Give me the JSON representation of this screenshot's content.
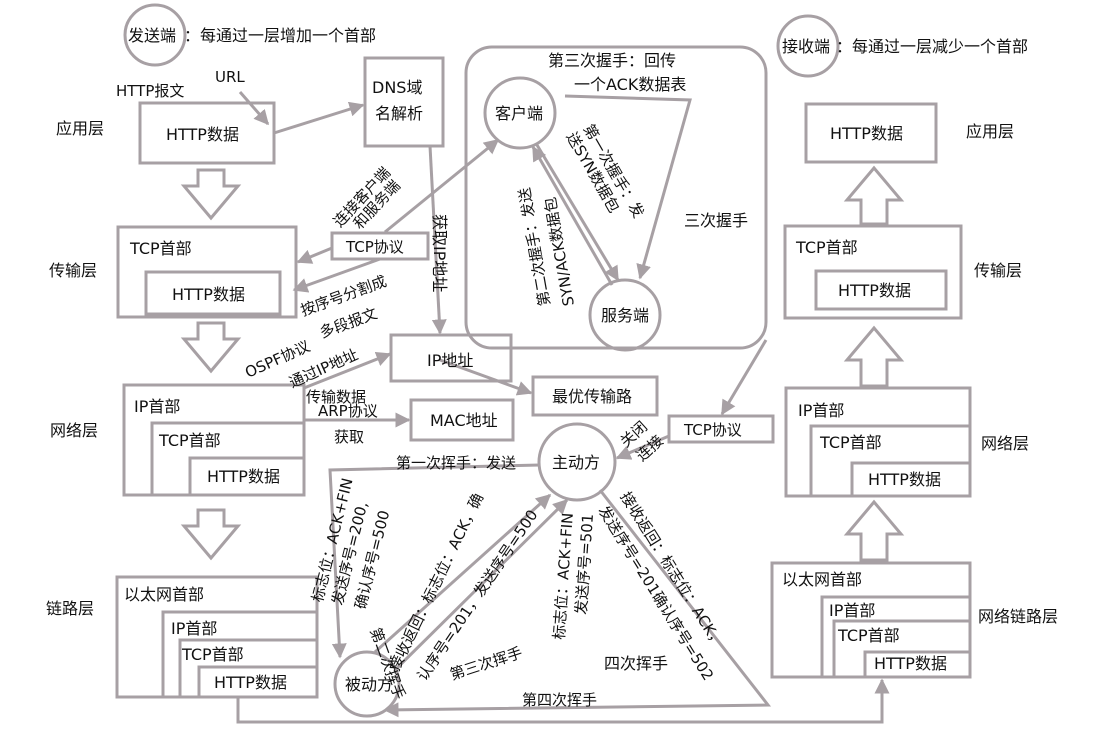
{
  "legend": {
    "sender_circle": "发送端",
    "sender_note": "：每通过一层增加一个首部",
    "receiver_circle": "接收端",
    "receiver_note": "：每通过一层减少一个首部"
  },
  "layers_left": {
    "app": "应用层",
    "transport": "传输层",
    "network": "网络层",
    "link": "链路层"
  },
  "layers_right": {
    "app": "应用层",
    "transport": "传输层",
    "network": "网络层",
    "link": "网络链路层"
  },
  "sender": {
    "http_message": "HTTP报文",
    "url": "URL",
    "http_data": "HTTP数据",
    "tcp_header": "TCP首部",
    "ip_header": "IP首部",
    "eth_header": "以太网首部"
  },
  "receiver": {
    "http_data": "HTTP数据",
    "tcp_header": "TCP首部",
    "ip_header": "IP首部",
    "eth_header": "以太网首部"
  },
  "middle": {
    "dns": [
      "DNS域",
      "名解析"
    ],
    "get_ip": "获取IP地址",
    "tcp_protocol": "TCP协议",
    "connect_label": [
      "连接客户端",
      "和服务端"
    ],
    "split_label": [
      "按序号分割成",
      "多段报文"
    ],
    "ip_address": "IP地址",
    "ospf": "OSPF协议",
    "via_ip": "通过IP地址",
    "transfer": "传输数据",
    "arp": "ARP协议",
    "obtain": "获取",
    "mac_address": "MAC地址",
    "best_route": "最优传输路"
  },
  "handshake": {
    "client": "客户端",
    "server": "服务端",
    "third": [
      "第三次握手：回传",
      "一个ACK数据表"
    ],
    "first": [
      "第一次握手：发",
      "送SYN数据包"
    ],
    "second": [
      "第二次握手：发送",
      "SYN/ACK数据包"
    ],
    "title": "三次握手"
  },
  "wave": {
    "tcp_protocol": "TCP协议",
    "close_label": [
      "关闭",
      "连接"
    ],
    "active": "主动方",
    "passive": "被动方",
    "first": "第一次挥手：发送",
    "first_detail": [
      "标志位：ACK+FIN",
      "发送序号=200,",
      "确认序号=500"
    ],
    "second": [
      "第二次挥手",
      "接收返回：标志位：ACK，确",
      "认序号=201，发送序号=500"
    ],
    "third_label": "第三次挥手",
    "third_detail": [
      "标志位：ACK+FIN",
      "发送序号=501"
    ],
    "fourth_detail": [
      "接收返回：标志位：ACK，",
      "发送序号=201确认序号=502"
    ],
    "title": "四次挥手",
    "fourth_label": "第四次挥手"
  },
  "colors": {
    "line": "#a7a0a4",
    "text": "#111111"
  }
}
